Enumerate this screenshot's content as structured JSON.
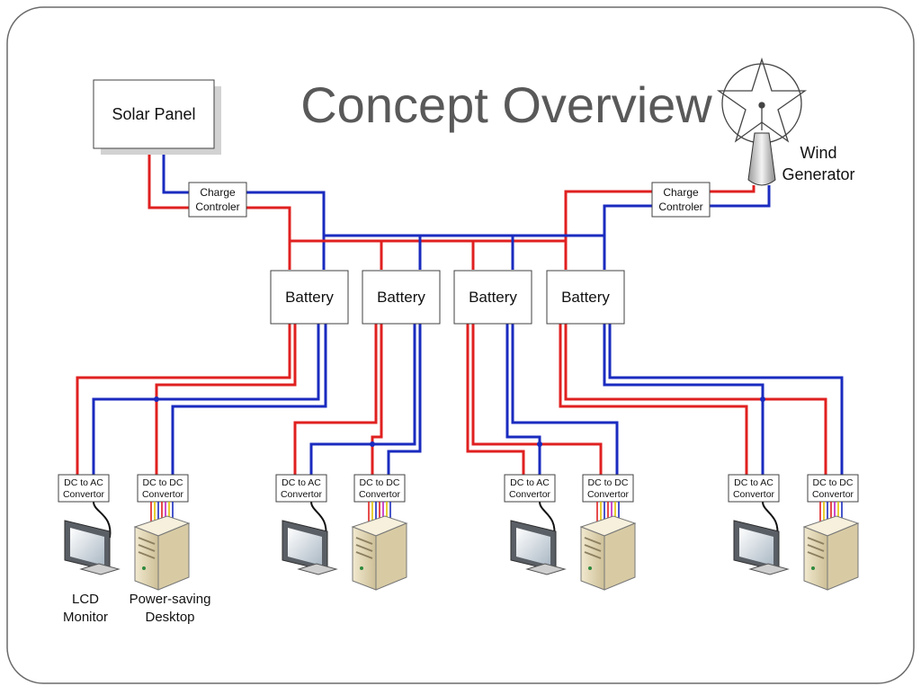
{
  "slide": {
    "title": "Concept Overview"
  },
  "sources": {
    "solar_panel": "Solar Panel",
    "wind_generator_line1": "Wind",
    "wind_generator_line2": "Generator"
  },
  "charge_controllers": [
    {
      "line1": "Charge",
      "line2": "Controler"
    },
    {
      "line1": "Charge",
      "line2": "Controler"
    }
  ],
  "batteries": [
    "Battery",
    "Battery",
    "Battery",
    "Battery"
  ],
  "convertors": [
    {
      "line1": "DC to AC",
      "line2": "Convertor"
    },
    {
      "line1": "DC to DC",
      "line2": "Convertor"
    },
    {
      "line1": "DC to AC",
      "line2": "Convertor"
    },
    {
      "line1": "DC to DC",
      "line2": "Convertor"
    },
    {
      "line1": "DC to AC",
      "line2": "Convertor"
    },
    {
      "line1": "DC to DC",
      "line2": "Convertor"
    },
    {
      "line1": "DC to AC",
      "line2": "Convertor"
    },
    {
      "line1": "DC to DC",
      "line2": "Convertor"
    }
  ],
  "device_labels": {
    "monitor_line1": "LCD",
    "monitor_line2": "Monitor",
    "desktop_line1": "Power-saving",
    "desktop_line2": "Desktop"
  },
  "colors": {
    "positive_wire": "#e02020",
    "negative_wire": "#1a2bbf",
    "title_text": "#595959",
    "frame": "#6b6b6b"
  }
}
